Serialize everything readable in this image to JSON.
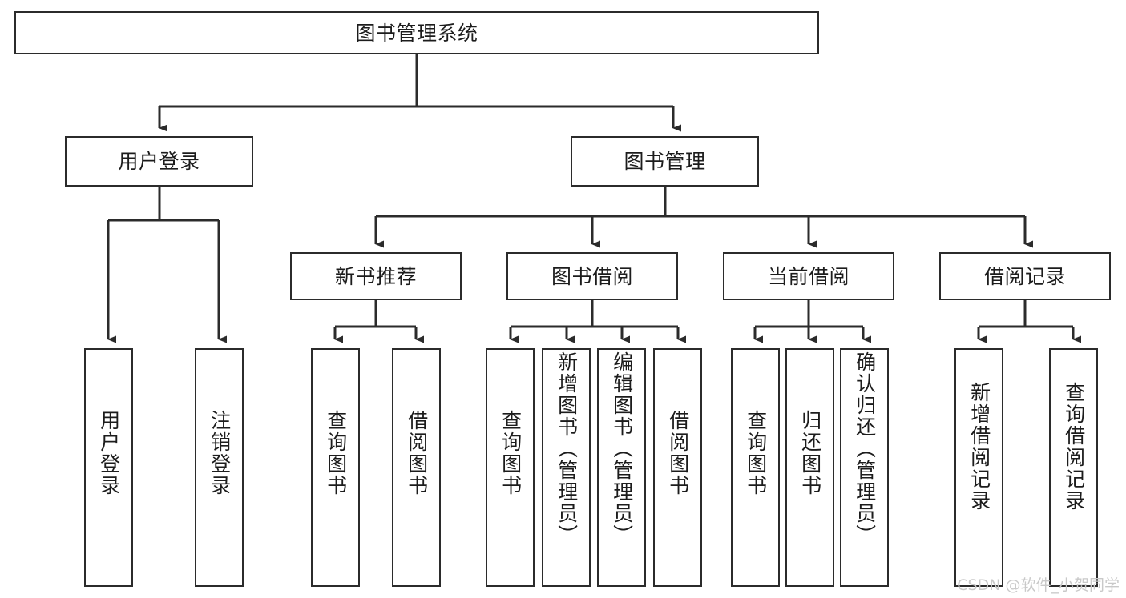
{
  "diagram": {
    "title": "图书管理系统",
    "watermark": "CSDN @软件_小贺同学",
    "colors": {
      "background": "#ffffff",
      "node_border": "#2b2b2b",
      "node_fill": "#ffffff",
      "edge": "#2b2b2b",
      "text": "#1c1c1c",
      "watermark": "#c9c9c9"
    },
    "nodes": {
      "root": {
        "label": "图书管理系统"
      },
      "level2": [
        {
          "id": "user-login",
          "label": "用户登录"
        },
        {
          "id": "book-manage",
          "label": "图书管理"
        }
      ],
      "level3": [
        {
          "id": "new-book-recommend",
          "label": "新书推荐"
        },
        {
          "id": "book-borrow",
          "label": "图书借阅"
        },
        {
          "id": "current-borrow",
          "label": "当前借阅"
        },
        {
          "id": "borrow-record",
          "label": "借阅记录"
        }
      ],
      "leaves": {
        "user_login": [
          {
            "id": "leaf-user-login",
            "label": "用户登录"
          },
          {
            "id": "leaf-user-logout",
            "label": "注销登录"
          }
        ],
        "new_book_recommend": [
          {
            "id": "leaf-query-book-1",
            "label": "查询图书"
          },
          {
            "id": "leaf-borrow-book-1",
            "label": "借阅图书"
          }
        ],
        "book_borrow": [
          {
            "id": "leaf-query-book-2",
            "label": "查询图书"
          },
          {
            "id": "leaf-add-book",
            "label": "新增图书（管理员）"
          },
          {
            "id": "leaf-edit-book",
            "label": "编辑图书（管理员）"
          },
          {
            "id": "leaf-borrow-book-2",
            "label": "借阅图书"
          }
        ],
        "current_borrow": [
          {
            "id": "leaf-query-book-3",
            "label": "查询图书"
          },
          {
            "id": "leaf-return-book",
            "label": "归还图书"
          },
          {
            "id": "leaf-confirm-return",
            "label": "确认归还（管理员）"
          }
        ],
        "borrow_record": [
          {
            "id": "leaf-add-record",
            "label": "新增借阅记录"
          },
          {
            "id": "leaf-query-record",
            "label": "查询借阅记录"
          }
        ]
      }
    }
  }
}
